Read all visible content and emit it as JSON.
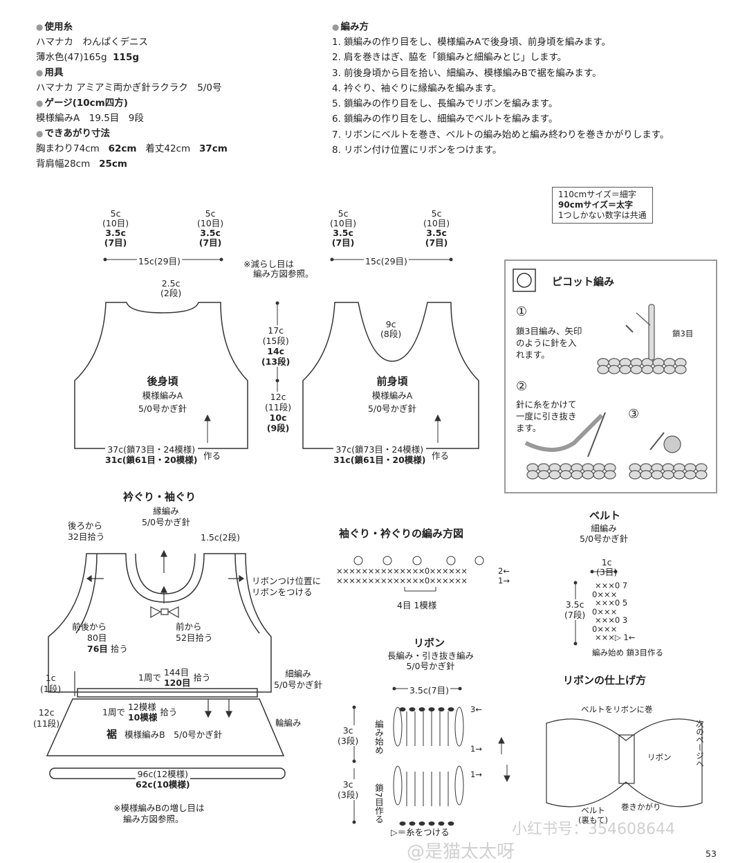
{
  "materials": {
    "yarn_heading": "使用糸",
    "yarn_line1": "ハマナカ　わんぱくデニス",
    "yarn_line2_a": "薄水色(47)165g",
    "yarn_line2_b": "115g",
    "tools_heading": "用具",
    "tools_line": "ハマナカ アミアミ両かぎ針ラクラク　5/0号",
    "gauge_heading": "ゲージ(10cm四方)",
    "gauge_line": "模様編みA　19.5目　9段",
    "size_heading": "できあがり寸法",
    "size_line1_a": "胸まわり74cm",
    "size_line1_b": "62cm",
    "size_line1_c": "着丈42cm",
    "size_line1_d": "37cm",
    "size_line2_a": "背肩幅28cm",
    "size_line2_b": "25cm"
  },
  "method": {
    "heading": "編み方",
    "steps": [
      "1. 鎖編みの作り目をし、模様編みAで後身頃、前身頃を編みます。",
      "2. 肩を巻きはぎ、脇を「鎖編みと細編みとじ」します。",
      "3. 前後身頃から目を拾い、細編み、模様編みBで裾を編みます。",
      "4. 衿ぐり、袖ぐりに縁編みを編みます。",
      "5. 鎖編みの作り目をし、長編みでリボンを編みます。",
      "6. 鎖編みの作り目をし、細編みでベルトを編みます。",
      "7. リボンにベルトを巻き、ベルトの編み始めと編み終わりを巻きかがりします。",
      "8. リボン付け位置にリボンをつけます。"
    ]
  },
  "size_legend": {
    "line1": "110cmサイズ＝細字",
    "line2": "90cmサイズ＝太字",
    "line3": "1つしかない数字は共通"
  },
  "back": {
    "shoulder_l1": "5c",
    "shoulder_l2": "(10目)",
    "shoulder_l3": "3.5c",
    "shoulder_l4": "(7目)",
    "neck_width": "15c(29目)",
    "neck_depth1": "2.5c",
    "neck_depth2": "(2段)",
    "title": "後身頃",
    "pattern": "模様編みA",
    "hook": "5/0号かぎ針",
    "bottom1": "37c(鎖73目・24模様)",
    "bottom2": "31c(鎖61目・20模様)",
    "make": "作る",
    "note1": "※減らし目は",
    "note2": "編み方図参照。"
  },
  "middle": {
    "armhole1": "17c",
    "armhole2": "(15段)",
    "armhole3": "14c",
    "armhole4": "(13段)",
    "body1": "12c",
    "body2": "(11段)",
    "body3": "10c",
    "body4": "(9段)"
  },
  "front": {
    "shoulder_l1": "5c",
    "shoulder_l2": "(10目)",
    "shoulder_l3": "3.5c",
    "shoulder_l4": "(7目)",
    "neck_width": "15c(29目)",
    "neck_depth1": "9c",
    "neck_depth2": "(8段)",
    "title": "前身頃",
    "pattern": "模様編みA",
    "hook": "5/0号かぎ針",
    "bottom1": "37c(鎖73目・24模様)",
    "bottom2": "31c(鎖61目・20模様)",
    "make": "作る"
  },
  "picot": {
    "title": "ピコット編み",
    "step1_num": "①",
    "step1_l1": "鎖3目編み、矢印",
    "step1_l2": "のように針を入",
    "step1_l3": "れます。",
    "step1_tag": "鎖3目",
    "step2_num": "②",
    "step2_l1": "針に糸をかけて",
    "step2_l2": "一度に引き抜き",
    "step2_l3": "ます。",
    "step3_num": "③"
  },
  "assembly": {
    "title": "衿ぐり・袖ぐり",
    "edge_l1": "縁編み",
    "edge_l2": "5/0号かぎ針",
    "back_pick1": "後ろから",
    "back_pick2": "32目拾う",
    "neck_rows": "1.5c(2段)",
    "ribbon_pos1": "リボンつけ位置に",
    "ribbon_pos2": "リボンをつける",
    "front_pick1": "前後から",
    "front_pick2": "80目",
    "front_pick3": "76目",
    "front_pick4": "拾う",
    "front_neck1": "前から",
    "front_neck2": "52目拾う",
    "band1": "1c",
    "band2": "(1段)",
    "round_a": "1周で",
    "round_b": "144目",
    "round_c": "120目",
    "round_d": "拾う",
    "sc1": "細編み",
    "sc2": "5/0号かぎ針",
    "round2_a": "1周で",
    "round2_b": "12模様",
    "round2_c": "10模様",
    "round2_d": "拾う",
    "ring": "輪編み",
    "hem1": "12c",
    "hem2": "(11段)",
    "hem_title": "裾",
    "hem_pattern": "模様編みB　5/0号かぎ針",
    "hem_bottom1": "96c(12模様)",
    "hem_bottom2": "62c(10模様)",
    "note1": "※模様編みBの増し目は",
    "note2": "編み方図参照。"
  },
  "chart": {
    "title": "袖ぐり・衿ぐりの編み方図",
    "row2": "××××××××××××××0××××××",
    "row1": "××××××××××××××0××××××",
    "row2_mark": "2←",
    "row1_mark": "1→",
    "repeat": "4目 1模様"
  },
  "ribbon": {
    "title": "リボン",
    "sub1": "長編み・引き抜き編み",
    "sub2": "5/0号かぎ針",
    "width": "3.5c(7目)",
    "h1a": "3c",
    "h1b": "(3段)",
    "h2a": "3c",
    "h2b": "(3段)",
    "start": "編み始め",
    "chain": "鎖7目作る",
    "row3": "3←",
    "row1a": "1→",
    "row1b": "1→",
    "legend": "▷＝糸をつける"
  },
  "belt": {
    "title": "ベルト",
    "sub1": "細編み",
    "sub2": "5/0号かぎ針",
    "width1": "1c",
    "width2": "(3目)",
    "height1": "3.5c",
    "height2": "(7段)",
    "r1": "×××0 7",
    "r2": "0×××",
    "r3": "×××0 5",
    "r4": "0×××",
    "r5": "×××0 3",
    "r6": "0×××",
    "r7": "×××▷ 1←",
    "start": "編み始め 鎖3目作る"
  },
  "finish": {
    "title": "リボンの仕上げ方",
    "note1": "ベルトをリボンに巻",
    "ribbon_label": "リボン",
    "belt_label1": "ベルト",
    "belt_label2": "(裏もて)",
    "sew": "巻きかがり",
    "next_page": "次のページへ"
  },
  "watermark": {
    "text1": "小红书号：354608644",
    "text2": "@是猫太太呀"
  },
  "page_number": "53"
}
